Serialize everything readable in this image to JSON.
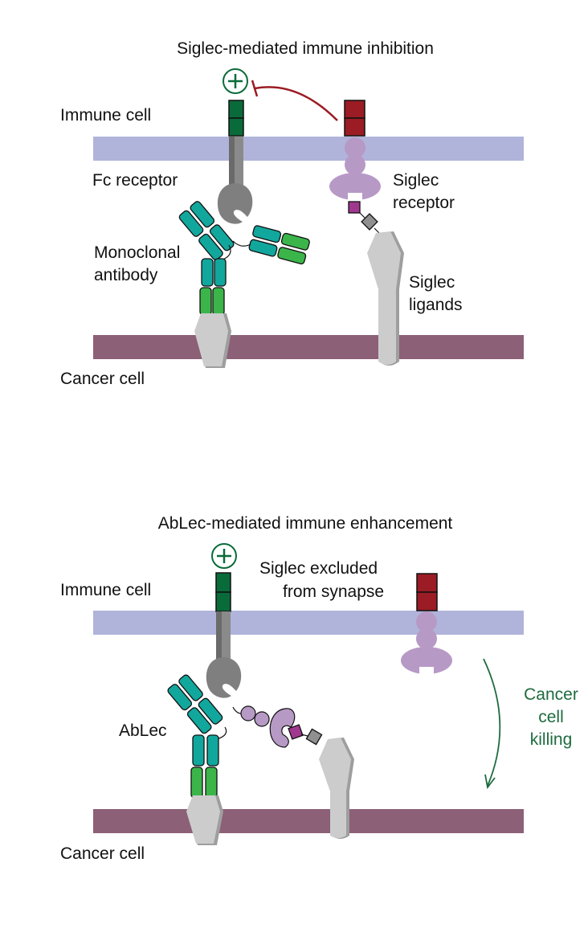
{
  "colors": {
    "immune_membrane": "#b0b4da",
    "cancer_membrane": "#8c6077",
    "activating_green": "#0a6b3a",
    "inhibitory_red": "#9b1c24",
    "siglec_purple": "#b799c6",
    "sialic_magenta": "#a0388f",
    "antibody_teal": "#12a79d",
    "antibody_green": "#3bb54a",
    "ligand_gray": "#cccccc",
    "fc_receptor_gray": "#7f7f7f",
    "killing_text": "#1e6b3e"
  },
  "panel_top": {
    "title": "Siglec-mediated immune inhibition",
    "labels": {
      "immune_cell": "Immune cell",
      "fc_receptor": "Fc receptor",
      "monoclonal_antibody_line1": "Monoclonal",
      "monoclonal_antibody_line2": "antibody",
      "siglec_receptor_line1": "Siglec",
      "siglec_receptor_line2": "receptor",
      "siglec_ligands_line1": "Siglec",
      "siglec_ligands_line2": "ligands",
      "cancer_cell": "Cancer cell"
    },
    "activation_symbol": "+"
  },
  "panel_bottom": {
    "title": "AbLec-mediated immune enhancement",
    "labels": {
      "immune_cell": "Immune cell",
      "siglec_excluded_line1": "Siglec excluded",
      "siglec_excluded_line2": "from synapse",
      "ablec": "AbLec",
      "cancer_cell": "Cancer cell",
      "killing_line1": "Cancer",
      "killing_line2": "cell",
      "killing_line3": "killing"
    },
    "activation_symbol": "+"
  }
}
